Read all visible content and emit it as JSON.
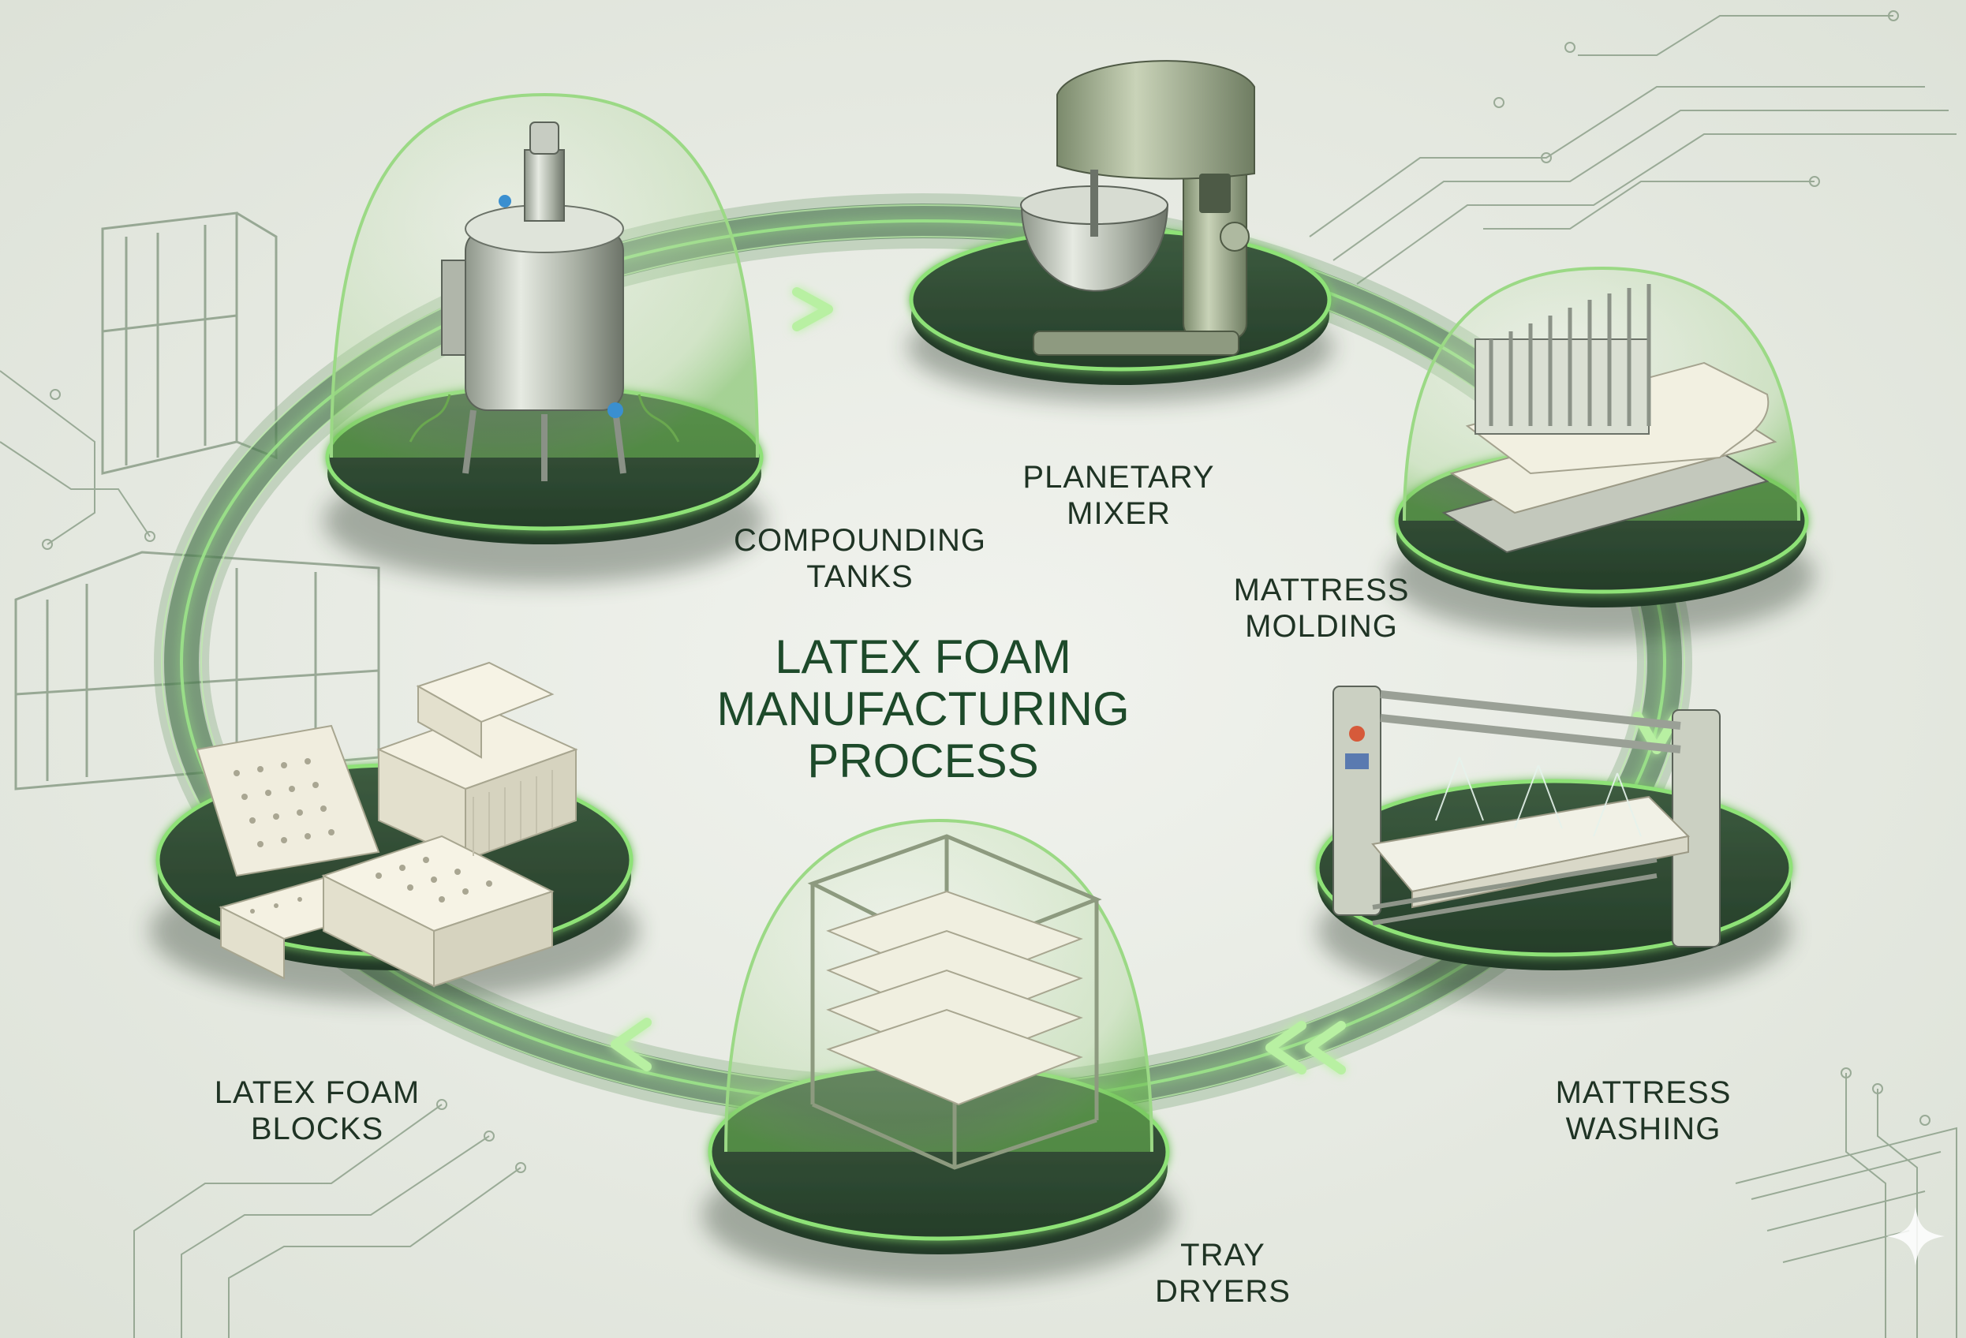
{
  "title": {
    "line1": "LATEX FOAM",
    "line2": "MANUFACTURING",
    "line3": "PROCESS"
  },
  "stages": [
    {
      "line1": "COMPOUNDING",
      "line2": "TANKS",
      "icon": "compounding-tank-icon"
    },
    {
      "line1": "PLANETARY",
      "line2": "MIXER",
      "icon": "planetary-mixer-icon"
    },
    {
      "line1": "MATTRESS",
      "line2": "MOLDING",
      "icon": "mattress-mold-icon"
    },
    {
      "line1": "MATTRESS",
      "line2": "WASHING",
      "icon": "mattress-washer-icon"
    },
    {
      "line1": "TRAY",
      "line2": "DRYERS",
      "icon": "tray-dryer-icon"
    },
    {
      "line1": "LATEX FOAM",
      "line2": "BLOCKS",
      "icon": "latex-foam-blocks-icon"
    }
  ],
  "colors": {
    "background": "#e9ece6",
    "platform": "#2f4a33",
    "glow": "#7fe06a",
    "text": "#1f3324",
    "title": "#1d4a2a"
  }
}
